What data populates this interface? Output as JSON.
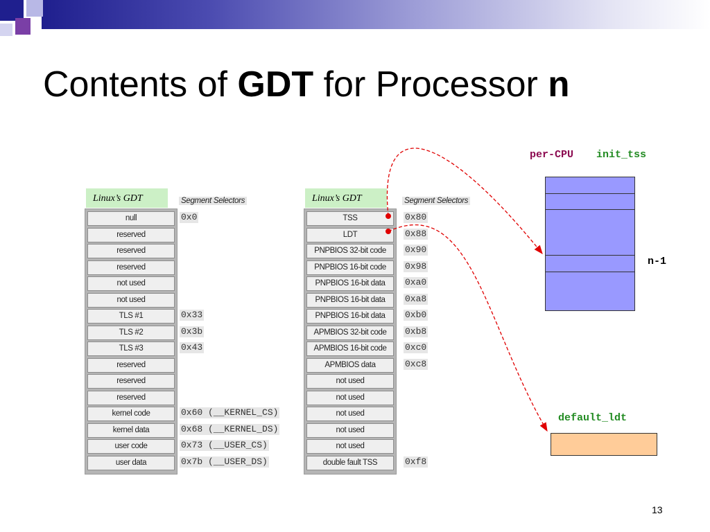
{
  "title": {
    "part1": "Contents of ",
    "part2": "GDT",
    "part3": " for Processor ",
    "part4": "n"
  },
  "left_table": {
    "header": "Linux’s GDT",
    "selector_header": "Segment Selectors",
    "entries": [
      "null",
      "reserved",
      "reserved",
      "reserved",
      "not used",
      "not used",
      "TLS #1",
      "TLS #2",
      "TLS #3",
      "reserved",
      "reserved",
      "reserved",
      "kernel code",
      "kernel data",
      "user code",
      "user data"
    ],
    "selectors": [
      {
        "row": 0,
        "text": "0x0"
      },
      {
        "row": 6,
        "text": "0x33"
      },
      {
        "row": 7,
        "text": "0x3b"
      },
      {
        "row": 8,
        "text": "0x43"
      },
      {
        "row": 12,
        "text": "0x60 (__KERNEL_CS)"
      },
      {
        "row": 13,
        "text": "0x68 (__KERNEL_DS)"
      },
      {
        "row": 14,
        "text": "0x73 (__USER_CS)"
      },
      {
        "row": 15,
        "text": "0x7b (__USER_DS)"
      }
    ]
  },
  "right_table": {
    "header": "Linux’s GDT",
    "selector_header": "Segment Selectors",
    "entries": [
      "TSS",
      "LDT",
      "PNPBIOS 32-bit code",
      "PNPBIOS 16-bit code",
      "PNPBIOS 16-bit data",
      "PNPBIOS 16-bit data",
      "PNPBIOS 16-bit data",
      "APMBIOS 32-bit code",
      "APMBIOS 16-bit code",
      "APMBIOS data",
      "not used",
      "not used",
      "not used",
      "not used",
      "not used",
      "double fault TSS"
    ],
    "selectors": [
      {
        "row": 0,
        "text": "0x80"
      },
      {
        "row": 1,
        "text": "0x88"
      },
      {
        "row": 2,
        "text": "0x90"
      },
      {
        "row": 3,
        "text": "0x98"
      },
      {
        "row": 4,
        "text": "0xa0"
      },
      {
        "row": 5,
        "text": "0xa8"
      },
      {
        "row": 6,
        "text": "0xb0"
      },
      {
        "row": 7,
        "text": "0xb8"
      },
      {
        "row": 8,
        "text": "0xc0"
      },
      {
        "row": 9,
        "text": "0xc8"
      },
      {
        "row": 15,
        "text": "0xf8"
      }
    ]
  },
  "tss": {
    "label_part1": "per-CPU",
    "label_part2": "init_tss",
    "row_label": "n-1"
  },
  "ldt": {
    "label": "default_ldt"
  },
  "page_number": "13",
  "colors": {
    "table_header_bg": "#ccf0c6",
    "tss_fill": "#9999ff",
    "ldt_fill": "#ffcc99",
    "arrow": "#e00000",
    "label_magenta": "#8b0a50",
    "label_green": "#228b22"
  }
}
